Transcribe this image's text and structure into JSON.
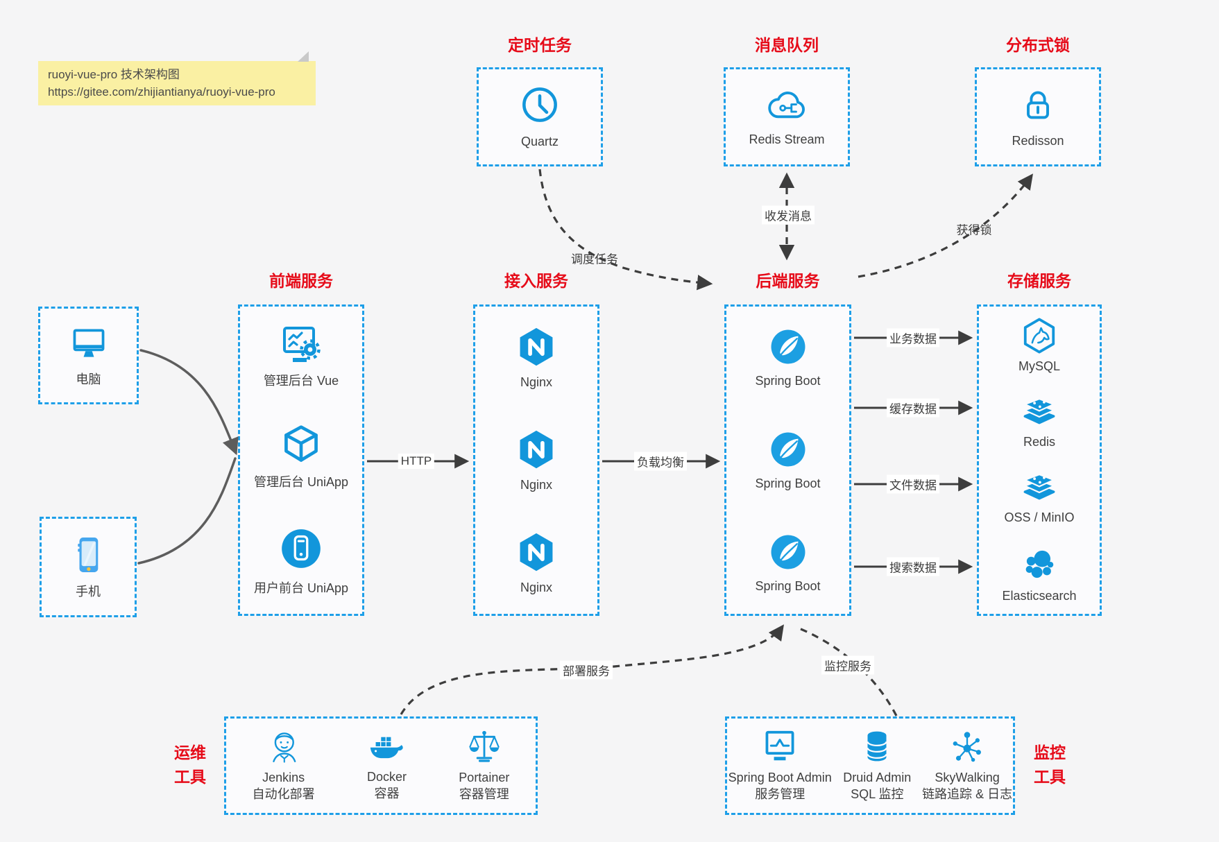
{
  "note": {
    "title": "ruoyi-vue-pro 技术架构图",
    "url": "https://gitee.com/zhijiantianya/ruoyi-vue-pro"
  },
  "top_groups": [
    {
      "title": "定时任务",
      "item": {
        "icon": "clock-icon",
        "label": "Quartz"
      }
    },
    {
      "title": "消息队列",
      "item": {
        "icon": "cloud-stream-icon",
        "label": "Redis Stream"
      }
    },
    {
      "title": "分布式锁",
      "item": {
        "icon": "lock-icon",
        "label": "Redisson"
      }
    }
  ],
  "clients": [
    {
      "icon": "computer-icon",
      "label": "电脑"
    },
    {
      "icon": "phone-icon",
      "label": "手机"
    }
  ],
  "columns": [
    {
      "title": "前端服务",
      "items": [
        {
          "icon": "admin-vue-icon",
          "label": "管理后台 Vue"
        },
        {
          "icon": "uniapp-cube-icon",
          "label": "管理后台 UniApp"
        },
        {
          "icon": "uniapp-user-icon",
          "label": "用户前台 UniApp"
        }
      ]
    },
    {
      "title": "接入服务",
      "items": [
        {
          "icon": "nginx-icon",
          "label": "Nginx"
        },
        {
          "icon": "nginx-icon",
          "label": "Nginx"
        },
        {
          "icon": "nginx-icon",
          "label": "Nginx"
        }
      ]
    },
    {
      "title": "后端服务",
      "items": [
        {
          "icon": "spring-boot-icon",
          "label": "Spring Boot"
        },
        {
          "icon": "spring-boot-icon",
          "label": "Spring Boot"
        },
        {
          "icon": "spring-boot-icon",
          "label": "Spring Boot"
        }
      ]
    },
    {
      "title": "存储服务",
      "items": [
        {
          "icon": "mysql-icon",
          "label": "MySQL"
        },
        {
          "icon": "redis-icon",
          "label": "Redis"
        },
        {
          "icon": "oss-icon",
          "label": "OSS / MinIO"
        },
        {
          "icon": "elasticsearch-icon",
          "label": "Elasticsearch"
        }
      ]
    }
  ],
  "edge_labels": {
    "http": "HTTP",
    "load_balance": "负载均衡",
    "schedule": "调度任务",
    "messaging": "收发消息",
    "lock": "获得锁",
    "business_data": "业务数据",
    "cache_data": "缓存数据",
    "file_data": "文件数据",
    "search_data": "搜索数据",
    "deploy": "部署服务",
    "monitor": "监控服务"
  },
  "bottom_groups": [
    {
      "side_label_line1": "运维",
      "side_label_line2": "工具",
      "items": [
        {
          "icon": "jenkins-icon",
          "name": "Jenkins",
          "desc": "自动化部署"
        },
        {
          "icon": "docker-icon",
          "name": "Docker",
          "desc": "容器"
        },
        {
          "icon": "portainer-icon",
          "name": "Portainer",
          "desc": "容器管理"
        }
      ]
    },
    {
      "side_label_line1": "监控",
      "side_label_line2": "工具",
      "items": [
        {
          "icon": "spring-boot-admin-icon",
          "name": "Spring Boot Admin",
          "desc": "服务管理"
        },
        {
          "icon": "druid-icon",
          "name": "Druid Admin",
          "desc": "SQL 监控"
        },
        {
          "icon": "skywalking-icon",
          "name": "SkyWalking",
          "desc": "链路追踪 & 日志"
        }
      ]
    }
  ],
  "colors": {
    "accent_blue": "#1296db",
    "border_blue": "#1e9fe8",
    "title_red": "#e60b19",
    "arrow_dark": "#3d3d3d",
    "client_arrow_gray": "#5d5d5d",
    "note_bg": "#faf0a3",
    "page_bg": "#f5f5f6"
  }
}
